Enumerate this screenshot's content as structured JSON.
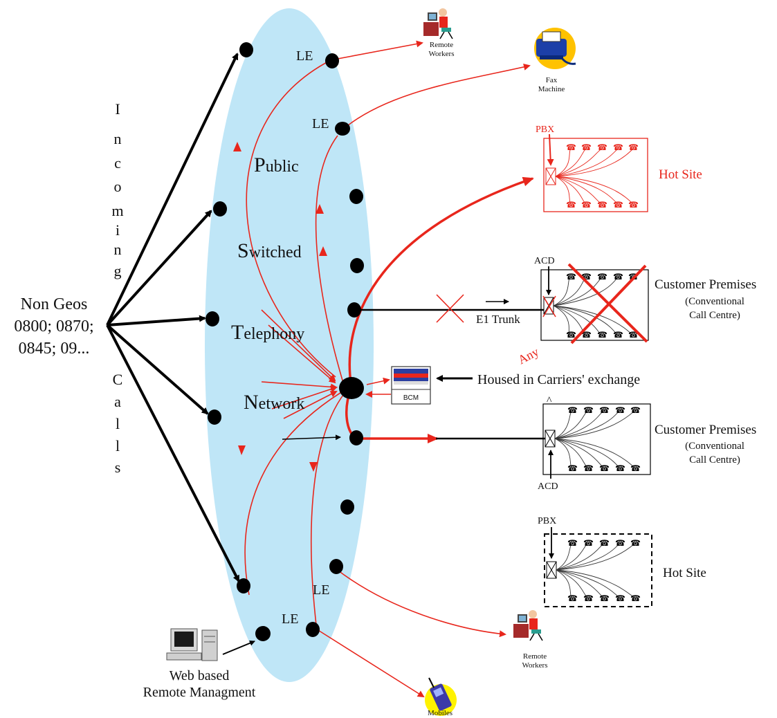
{
  "network": {
    "w1": "P",
    "w1b": "ublic",
    "w2": "S",
    "w2b": "witched",
    "w3": "T",
    "w3b": "elephony",
    "w4": "N",
    "w4b": "etwork"
  },
  "incoming": [
    "I",
    "n",
    "c",
    "o",
    "m",
    "i",
    "n",
    "g"
  ],
  "calls": [
    "C",
    "a",
    "l",
    "l",
    "s"
  ],
  "non_geos": [
    "Non Geos",
    "0800; 0870;",
    "0845; 09..."
  ],
  "le_label": "LE",
  "remote_workers": [
    "Remote",
    "Workers"
  ],
  "fax": [
    "Fax",
    "Machine"
  ],
  "pbx": "PBX",
  "hot_site": "Hot Site",
  "acd": "ACD",
  "customer_premises": [
    "Customer Premises",
    "(Conventional",
    "Call Centre)"
  ],
  "e1_trunk": "E1 Trunk",
  "any": "Any",
  "bcm": "BCM",
  "housed": "Housed in Carriers' exchange",
  "caret": "^",
  "web_mgmt": [
    "Web based",
    "Remote Managment"
  ],
  "mobiles": "Mobiles",
  "colors": {
    "cloud": "#bfe6f7",
    "red": "#e8261c",
    "black": "#000000",
    "yellow": "#fff200"
  }
}
